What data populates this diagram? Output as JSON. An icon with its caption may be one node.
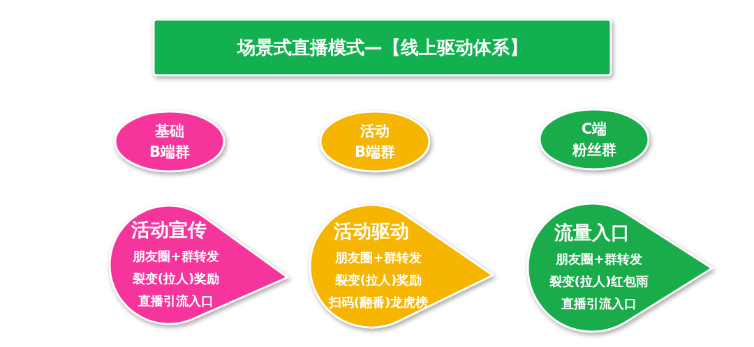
{
  "diagram": {
    "nodes": [
      {
        "text": [
          "场景式直播模式—【线上驱动体系】"
        ]
      },
      {
        "text": [
          "基础",
          "B端群"
        ]
      },
      {
        "text": [
          "活动",
          "B端群"
        ]
      },
      {
        "text": [
          "C端",
          "粉丝群"
        ]
      },
      {
        "text": [
          "活动宣传",
          "朋友圈+群转发",
          "裂变(拉人)奖励",
          "直播引流入口"
        ]
      },
      {
        "text": [
          "活动驱动",
          "朋友圈+群转发",
          "裂变(拉人)奖励",
          "扫码(翻番)龙虎榜"
        ]
      },
      {
        "text": [
          "流量入口",
          "朋友圈+群转发",
          "裂变(拉人)红包雨",
          "直播引流入口"
        ]
      }
    ]
  }
}
